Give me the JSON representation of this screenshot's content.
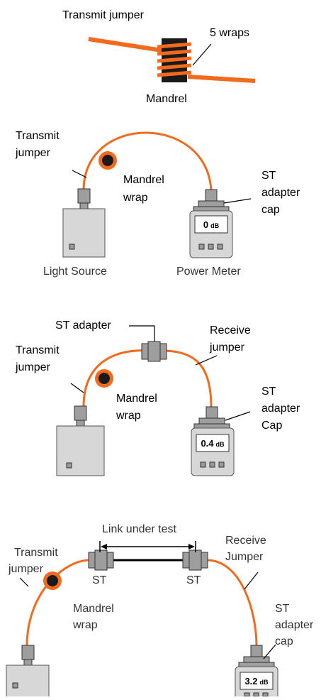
{
  "colors": {
    "fiber": "#F26B1D",
    "mandrel": "#1A1A1A",
    "device_fill": "#D7D7D7",
    "device_stroke": "#555555",
    "connector_fill": "#9E9E9E",
    "background": "#FFFFFF"
  },
  "panel1": {
    "transmit_label": "Transmit jumper",
    "wraps_label": "5 wraps",
    "mandrel_label": "Mandrel"
  },
  "panel2": {
    "transmit_label": [
      "Transmit",
      "jumper"
    ],
    "mandrel_label": [
      "Mandrel",
      "wrap"
    ],
    "cap_label": [
      "ST",
      "adapter",
      "cap"
    ],
    "meter_value": "0",
    "meter_unit": "dB",
    "source_caption": "Light Source",
    "meter_caption": "Power Meter"
  },
  "panel3": {
    "adapter_label": "ST adapter",
    "receive_label": [
      "Receive",
      "jumper"
    ],
    "transmit_label": [
      "Transmit",
      "jumper"
    ],
    "mandrel_label": [
      "Mandrel",
      "wrap"
    ],
    "cap_label": [
      "ST",
      "adapter",
      "Cap"
    ],
    "meter_value": "0.4",
    "meter_unit": "dB"
  },
  "panel4": {
    "link_label": "Link under test",
    "transmit_label": [
      "Transmit",
      "jumper"
    ],
    "receive_label": [
      "Receive",
      "Jumper"
    ],
    "st_left": "ST",
    "st_right": "ST",
    "mandrel_label": [
      "Mandrel",
      "wrap"
    ],
    "cap_label": [
      "ST",
      "adapter",
      "cap"
    ],
    "meter_value": "3.2",
    "meter_unit": "dB"
  }
}
